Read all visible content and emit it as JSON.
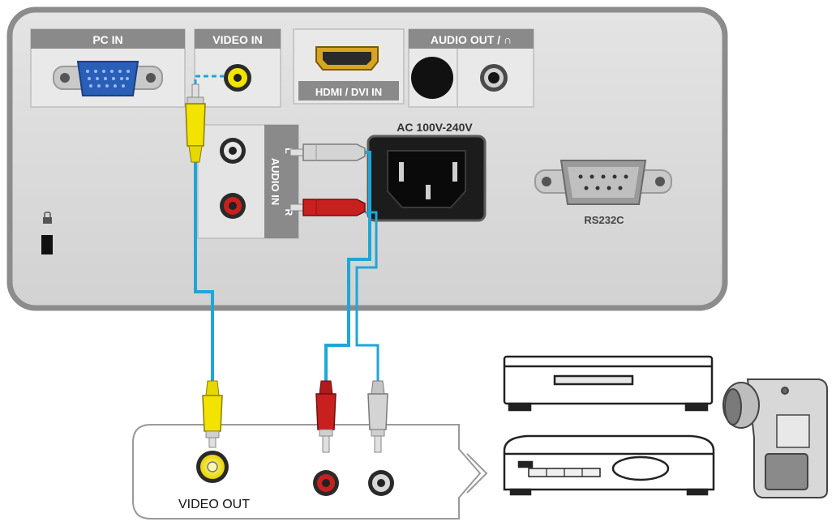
{
  "panel": {
    "pc_in_label": "PC IN",
    "video_in_label": "VIDEO IN",
    "hdmi_label": "HDMI / DVI IN",
    "audio_out_label": "AUDIO OUT / ∩",
    "ac_label": "AC 100V-240V",
    "audio_in_label": "AUDIO IN",
    "audio_in_l": "L",
    "audio_in_r": "R",
    "rs232c_label": "RS232C"
  },
  "source": {
    "video_out_label": "VIDEO OUT"
  },
  "colors": {
    "panel_bg": "#d9d9d9",
    "panel_border": "#8c8c8c",
    "cable": "#1ea7d6",
    "video_plug": "#f2e400",
    "red_plug": "#c8201e",
    "white_plug": "#cfcfcf",
    "vga_blue": "#2a5fb8",
    "hdmi_gold": "#d9a520"
  },
  "icons": {
    "lock": "kensington-lock-icon",
    "arrow": "right-arrow-icon",
    "dvd": "dvd-player-icon",
    "vcr": "vcr-icon",
    "camcorder": "camcorder-icon"
  }
}
